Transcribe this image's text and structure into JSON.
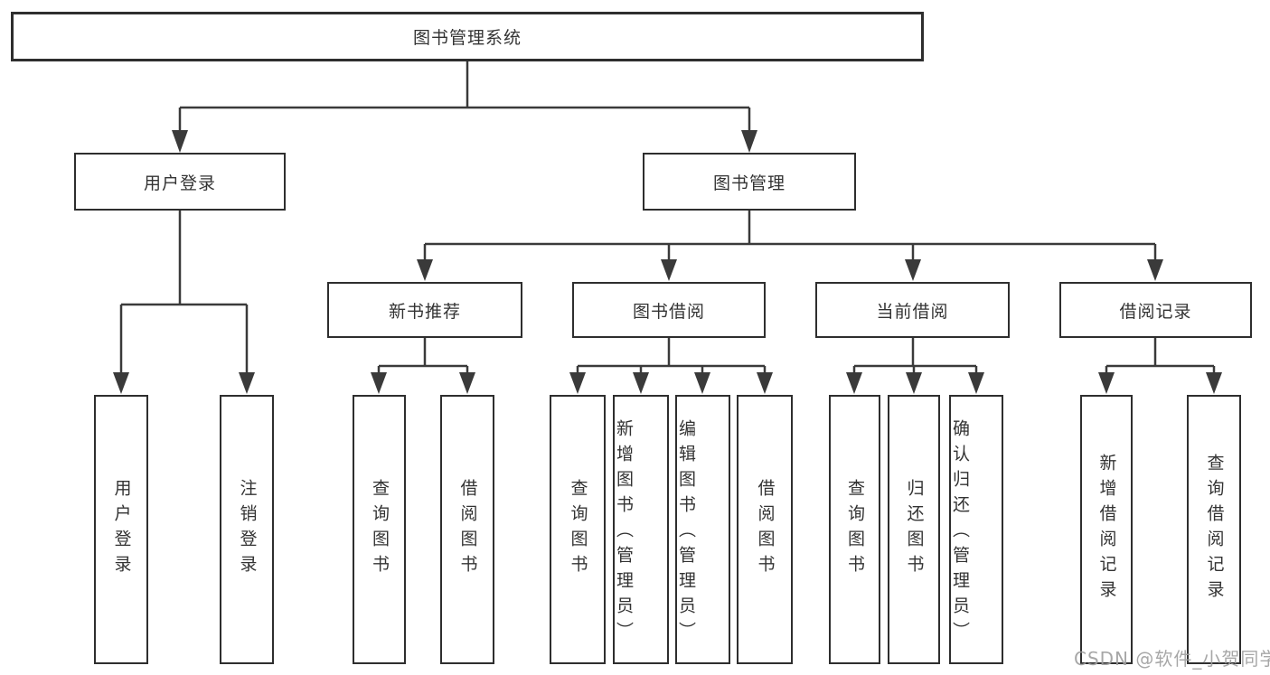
{
  "diagram_title": "图书管理系统",
  "tree": {
    "label": "图书管理系统",
    "children": [
      {
        "label": "用户登录",
        "children": [
          {
            "label": "用户登录"
          },
          {
            "label": "注销登录"
          }
        ]
      },
      {
        "label": "图书管理",
        "children": [
          {
            "label": "新书推荐",
            "children": [
              {
                "label": "查询图书"
              },
              {
                "label": "借阅图书"
              }
            ]
          },
          {
            "label": "图书借阅",
            "children": [
              {
                "label": "查询图书"
              },
              {
                "label": "新增图书（管理员）"
              },
              {
                "label": "编辑图书（管理员）"
              },
              {
                "label": "借阅图书"
              }
            ]
          },
          {
            "label": "当前借阅",
            "children": [
              {
                "label": "查询图书"
              },
              {
                "label": "归还图书"
              },
              {
                "label": "确认归还（管理员）"
              }
            ]
          },
          {
            "label": "借阅记录",
            "children": [
              {
                "label": "新增借阅记录"
              },
              {
                "label": "查询借阅记录"
              }
            ]
          }
        ]
      }
    ]
  },
  "watermark": {
    "text": "CSDN @软件_小贺同学"
  },
  "colors": {
    "line": "#3a3a3a",
    "box_border": "#2e2e2e",
    "text": "#333333",
    "watermark": "#9e9e9e",
    "background": "#ffffff"
  }
}
